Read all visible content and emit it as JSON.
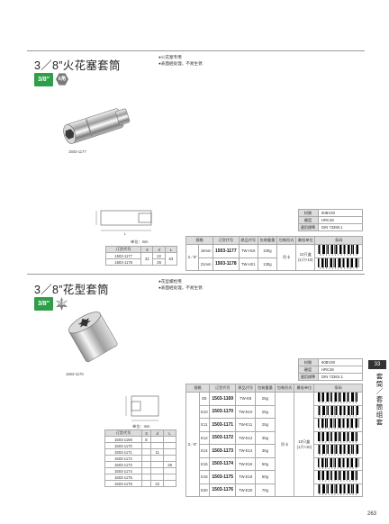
{
  "page_number": "263",
  "side_tab": {
    "number": "33",
    "label": "套筒／套筒组套"
  },
  "sections": [
    {
      "title": "3／8”火花塞套筒",
      "badge_size": "3/8\"",
      "badge_shape": "6角",
      "bullets": [
        "●火花塞专用",
        "●表面經处理，不易生锈"
      ],
      "photo_caption": "1503-1177",
      "spec": [
        {
          "k": "材質",
          "v": "60BV30"
        },
        {
          "k": "硬度",
          "v": "HRC48"
        },
        {
          "k": "適用標準",
          "v": "DIN 73390.1"
        }
      ],
      "unit": "单位：mm",
      "small_table": {
        "headers": [
          "订货代号",
          "S",
          "d",
          "L"
        ],
        "rows": [
          [
            "1503-1177",
            "32",
            "22",
            "63"
          ],
          [
            "1503-1178",
            "",
            "26",
            ""
          ]
        ]
      },
      "main_headers": [
        "规格",
        "",
        "订货代号",
        "原品代号",
        "包装重量",
        "包装形式",
        "最低单位",
        "条码"
      ],
      "drive": "3／8\"",
      "pack_form": "吊卡",
      "min_unit": "10只盒\n(1只×10)",
      "main_rows": [
        {
          "size": "16mm",
          "code": "1503-1177",
          "orig": "TW-H16",
          "weight": "100g",
          "barcode": "6 9 2 1 3 2 1 8 1 5 8 6 9"
        },
        {
          "size": "21mm",
          "code": "1503-1178",
          "orig": "TW-H21",
          "weight": "130g",
          "barcode": "6 9 2 1 3 2 1 8 1 5 8 7 6"
        }
      ]
    },
    {
      "title": "3／8”花型套筒",
      "badge_size": "3/8\"",
      "badge_shape": "花型",
      "bullets": [
        "●花型螺栓用",
        "●表面經处理，不易生锈"
      ],
      "photo_caption": "1503-1170",
      "spec": [
        {
          "k": "材質",
          "v": "60BV30"
        },
        {
          "k": "硬度",
          "v": "HRC48"
        },
        {
          "k": "適用標準",
          "v": "DIN 7336X.1"
        }
      ],
      "unit": "单位：mm",
      "small_table": {
        "headers": [
          "订货代号",
          "S",
          "d",
          "L"
        ],
        "rows": [
          [
            "1503-1169",
            "E",
            "",
            ""
          ],
          [
            "1503-1170",
            "",
            "",
            ""
          ],
          [
            "1503-1171",
            "",
            "11",
            ""
          ],
          [
            "1503-1172",
            "",
            "",
            ""
          ],
          [
            "1503-1173",
            "",
            "",
            "28"
          ],
          [
            "1503-1174",
            "",
            "",
            ""
          ],
          [
            "1503-1175",
            "",
            "",
            ""
          ],
          [
            "1503-1176",
            "",
            "22",
            ""
          ]
        ]
      },
      "main_headers": [
        "规格",
        "",
        "订货代号",
        "原品代号",
        "包装重量",
        "包装形式",
        "最低单位",
        "条码"
      ],
      "drive": "3／8\"",
      "pack_form": "吊卡",
      "min_unit": "10只盒\n(1只×10)",
      "main_rows": [
        {
          "size": "E8",
          "code": "1503-1169",
          "orig": "TW-E8",
          "weight": "25g",
          "barcode": "6 9 2 1 3 2 1 8 1 5 8 3 8"
        },
        {
          "size": "E10",
          "code": "1503-1170",
          "orig": "TW-E10",
          "weight": "25g",
          "barcode": "6 9 2 1 3 2 1 8 1 5 8 4 5"
        },
        {
          "size": "E11",
          "code": "1503-1171",
          "orig": "TW-E11",
          "weight": "25g",
          "barcode": "6 9 2 1 3 2 1 8 1 5 8 5 2"
        },
        {
          "size": "E12",
          "code": "1503-1172",
          "orig": "TW-E12",
          "weight": "35g",
          "barcode": "6 9 2 1 3 2 1 8 1 5 8 6 9"
        },
        {
          "size": "E14",
          "code": "1503-1173",
          "orig": "TW-E14",
          "weight": "35g",
          "barcode": "6 9 2 1 3 2 1 8 1 5 8 7 6"
        },
        {
          "size": "E16",
          "code": "1503-1174",
          "orig": "TW-E16",
          "weight": "50g",
          "barcode": "6 9 2 1 3 2 1 8 1 5 8 8 3"
        },
        {
          "size": "E18",
          "code": "1503-1175",
          "orig": "TW-E18",
          "weight": "60g",
          "barcode": "6 9 2 1 3 2 1 8 1 5 8 9 0"
        },
        {
          "size": "E20",
          "code": "1503-1176",
          "orig": "TW-E20",
          "weight": "70g",
          "barcode": "6 9 2 1 3 2 1 8 1 5 9 0 6"
        }
      ]
    }
  ]
}
